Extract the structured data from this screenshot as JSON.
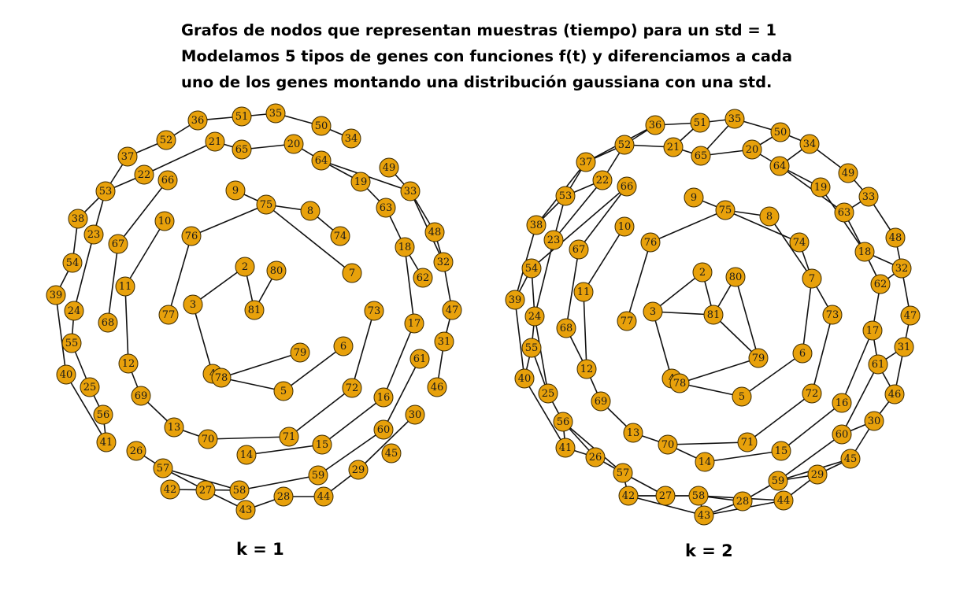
{
  "title_lines": [
    "Grafos de nodos que representan muestras (tiempo) para un std = 1",
    "Modelamos 5 tipos de genes con funciones f(t) y diferenciamos a cada",
    "uno de los genes montando una distribución gaussiana con una std."
  ],
  "graphs": [
    {
      "caption": "k = 1",
      "node_labels": [
        "36",
        "51",
        "35",
        "50",
        "34",
        "52",
        "21",
        "65",
        "20",
        "64",
        "37",
        "22",
        "66",
        "19",
        "49",
        "53",
        "9",
        "75",
        "8",
        "63",
        "33",
        "38",
        "23",
        "10",
        "76",
        "74",
        "48",
        "18",
        "54",
        "67",
        "2",
        "80",
        "7",
        "32",
        "62",
        "39",
        "24",
        "11",
        "3",
        "77",
        "81",
        "73",
        "47",
        "55",
        "68",
        "17",
        "31",
        "79",
        "6",
        "12",
        "61",
        "40",
        "25",
        "4",
        "78",
        "5",
        "72",
        "46",
        "69",
        "16",
        "56",
        "13",
        "70",
        "71",
        "15",
        "30",
        "60",
        "41",
        "14",
        "45",
        "26",
        "59",
        "29",
        "57",
        "42",
        "27",
        "58",
        "28",
        "44",
        "43"
      ],
      "edge_count": 75
    },
    {
      "caption": "k = 2",
      "node_labels": [
        "36",
        "51",
        "35",
        "52",
        "21",
        "65",
        "20",
        "50",
        "34",
        "37",
        "22",
        "66",
        "64",
        "49",
        "53",
        "9",
        "75",
        "8",
        "19",
        "33",
        "38",
        "23",
        "10",
        "76",
        "74",
        "63",
        "48",
        "54",
        "67",
        "2",
        "80",
        "7",
        "18",
        "32",
        "39",
        "24",
        "11",
        "3",
        "77",
        "81",
        "73",
        "62",
        "47",
        "55",
        "68",
        "17",
        "31",
        "79",
        "6",
        "12",
        "61",
        "40",
        "25",
        "4",
        "78",
        "5",
        "72",
        "16",
        "46",
        "69",
        "56",
        "13",
        "70",
        "71",
        "15",
        "30",
        "60",
        "41",
        "26",
        "14",
        "45",
        "57",
        "59",
        "29",
        "42",
        "27",
        "58",
        "28",
        "44",
        "43"
      ],
      "edge_count": 110
    }
  ]
}
